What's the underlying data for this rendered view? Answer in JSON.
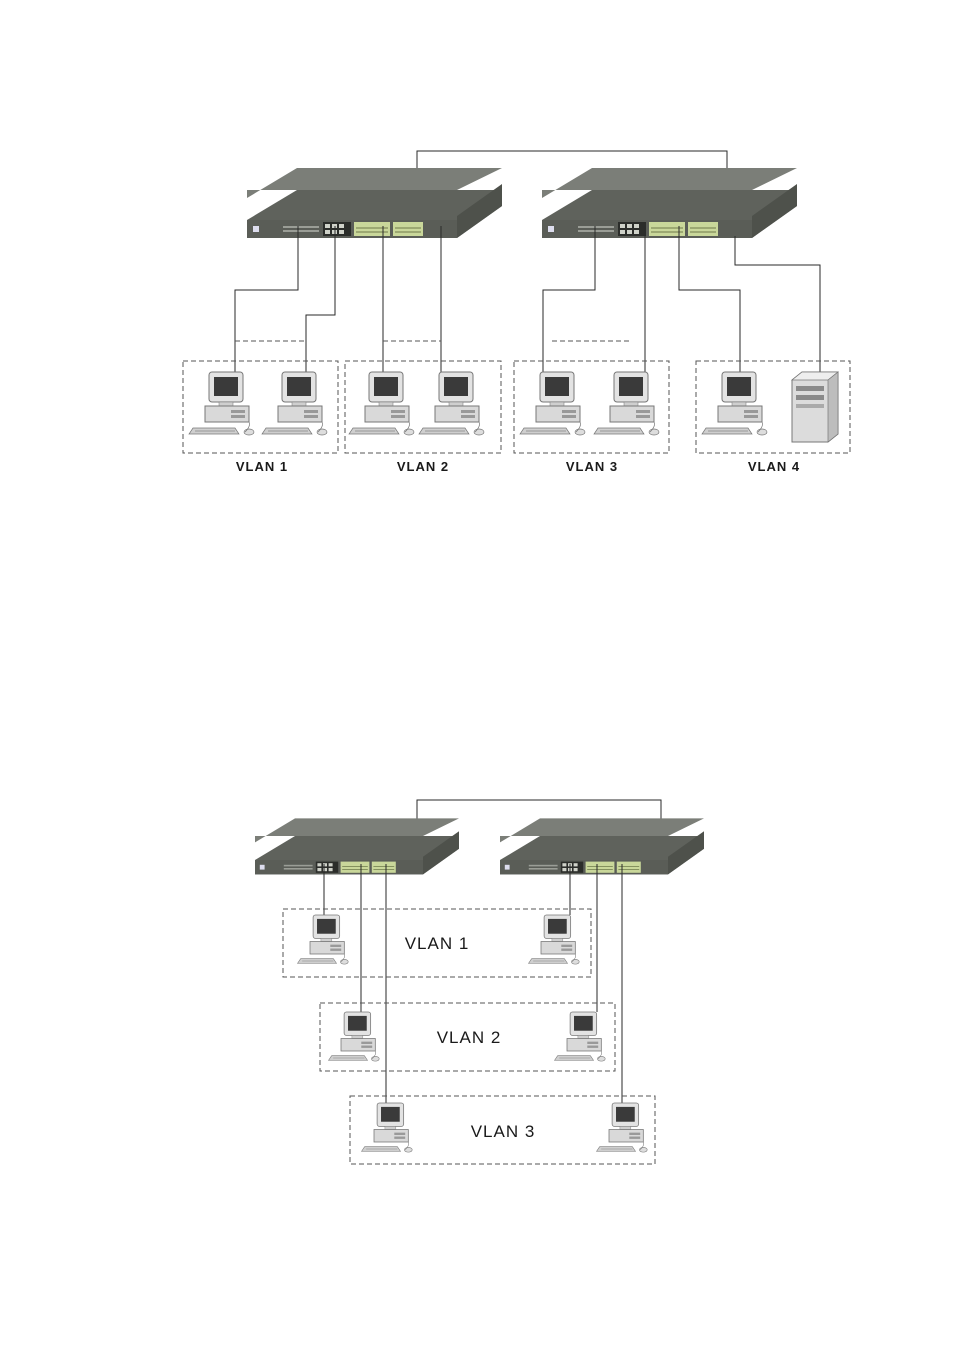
{
  "diagram1": {
    "vlan_labels": [
      "VLAN 1",
      "VLAN 2",
      "VLAN 3",
      "VLAN 4"
    ]
  },
  "diagram2": {
    "vlan_labels": [
      "VLAN 1",
      "VLAN 2",
      "VLAN 3"
    ]
  },
  "colors": {
    "switch_top": "#7b7e78",
    "switch_front": "#5f625c",
    "port_green": "#c9d79a",
    "computer_body": "#d9d9d9",
    "screen": "#3a3a3a",
    "dashed_border": "#555555"
  }
}
